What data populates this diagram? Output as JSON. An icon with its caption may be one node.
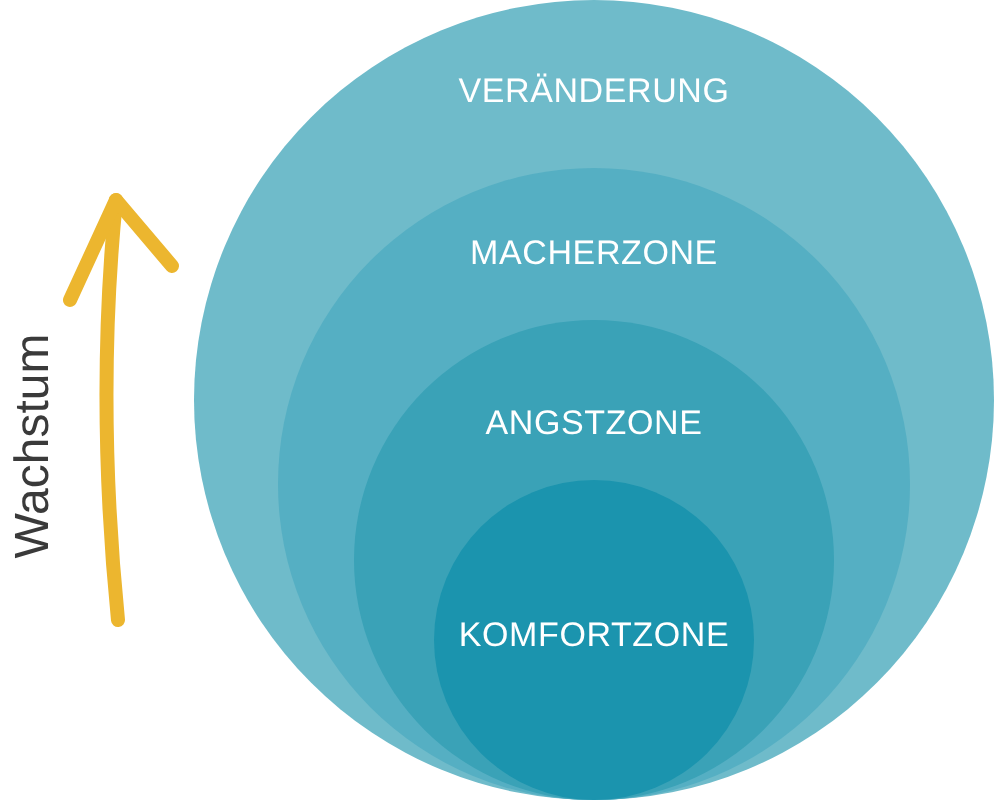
{
  "diagram": {
    "nodes": [
      {
        "text": [
          "VERÄNDERUNG"
        ]
      },
      {
        "text": [
          "MACHERZONE"
        ],
        "in": 0
      },
      {
        "text": [
          "ANGSTZONE"
        ],
        "in": 1
      },
      {
        "text": [
          "KOMFORTZONE"
        ],
        "in": 2
      }
    ],
    "labels": [
      "Wachstum"
    ]
  }
}
